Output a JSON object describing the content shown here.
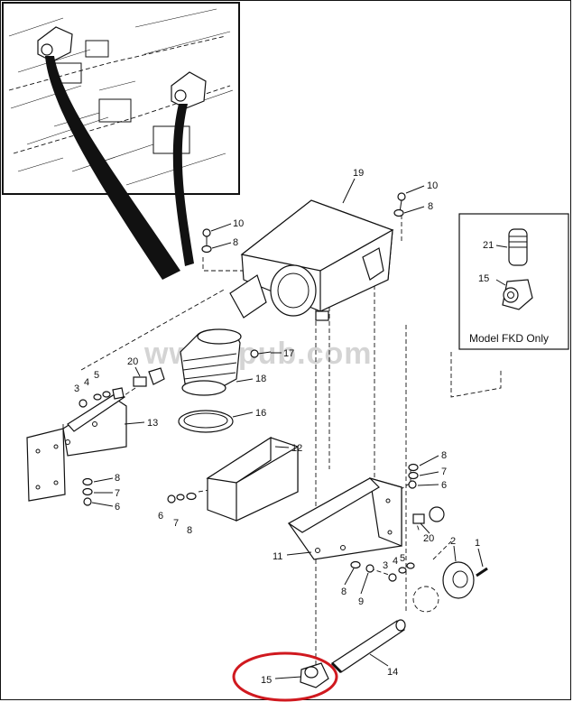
{
  "watermark": "www.tpub.com",
  "inset_note": "Model FKD Only",
  "highlight_color": "#d0191f",
  "callouts": {
    "c19": "19",
    "c10a": "10",
    "c8a": "8",
    "c10b": "10",
    "c8b": "8",
    "c21": "21",
    "c15a": "15",
    "c17": "17",
    "c18": "18",
    "c16": "16",
    "c20a": "20",
    "c3a": "3",
    "c4a": "4",
    "c5a": "5",
    "c13": "13",
    "c8c": "8",
    "c7a": "7",
    "c6a": "6",
    "c12": "12",
    "c6b": "6",
    "c7b": "7",
    "c8d": "8",
    "c8e": "8",
    "c7c": "7",
    "c6c": "6",
    "c11": "11",
    "c20b": "20",
    "c2": "2",
    "c1": "1",
    "c3b": "3",
    "c4b": "4",
    "c5b": "5",
    "c8f": "8",
    "c9": "9",
    "c14": "14",
    "c15b": "15"
  }
}
